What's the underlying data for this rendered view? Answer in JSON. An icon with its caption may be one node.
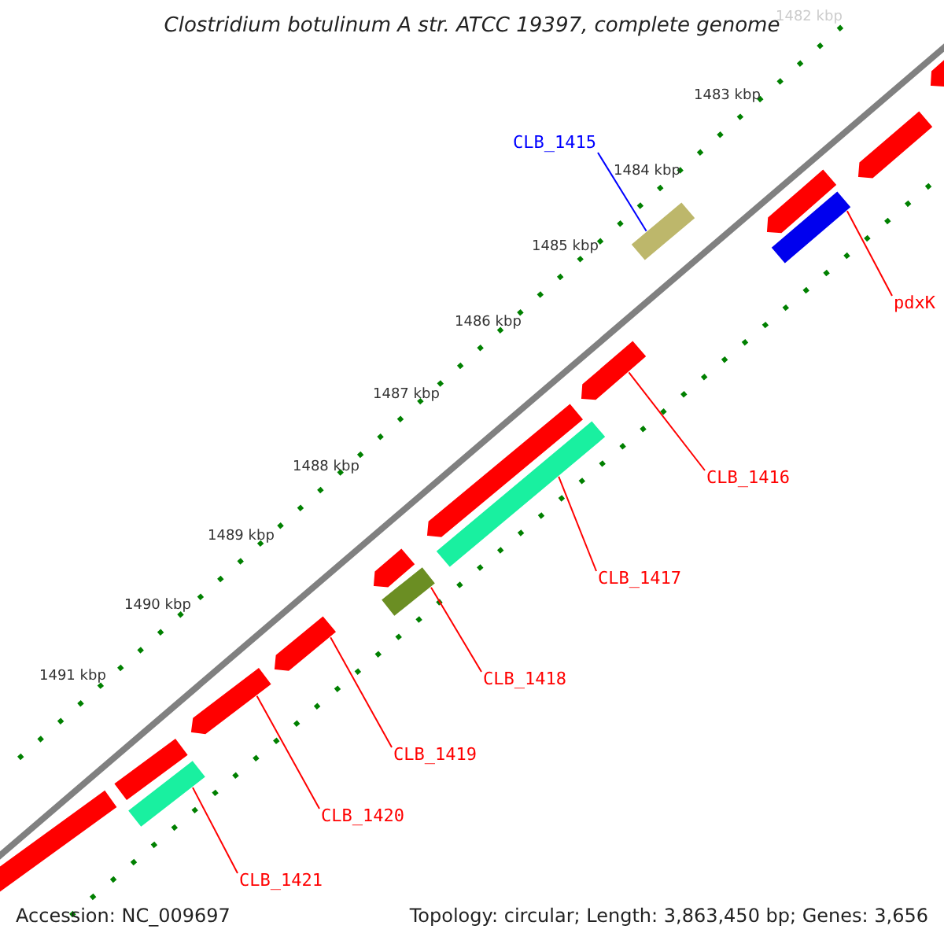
{
  "diagram": {
    "title": "Clostridium botulinum A str. ATCC 19397, complete genome",
    "nodes": [
      {
        "text": [
          "CLB_1415"
        ]
      },
      {
        "text": [],
        "shape": "bar"
      },
      {
        "text": [
          "pdxK"
        ]
      },
      {
        "text": [],
        "shape": "bar"
      },
      {
        "text": [
          "CLB_1416"
        ]
      },
      {
        "text": [],
        "shape": "arrow"
      },
      {
        "text": [
          "CLB_1417"
        ]
      },
      {
        "text": [],
        "shape": "bar"
      },
      {
        "text": [
          "CLB_1418"
        ]
      },
      {
        "text": [],
        "shape": "bar"
      },
      {
        "text": [
          "CLB_1419"
        ]
      },
      {
        "text": [],
        "shape": "arrow"
      },
      {
        "text": [
          "CLB_1420"
        ]
      },
      {
        "text": [],
        "shape": "arrow"
      },
      {
        "text": [
          "CLB_1421"
        ]
      },
      {
        "text": [],
        "shape": "bar"
      },
      {
        "text": [],
        "shape": "arrow"
      },
      {
        "text": [],
        "shape": "arrow"
      },
      {
        "text": [],
        "shape": "arrow"
      },
      {
        "text": [],
        "shape": "arrow"
      },
      {
        "text": [],
        "shape": "arrow"
      },
      {
        "text": [],
        "shape": "bar"
      },
      {
        "text": [],
        "shape": "bar"
      }
    ],
    "edges": [
      {
        "from": 0,
        "to": 1,
        "arrow": "none",
        "color": "#0000ff"
      },
      {
        "from": 2,
        "to": 3,
        "arrow": "none"
      },
      {
        "from": 4,
        "to": 5,
        "arrow": "none"
      },
      {
        "from": 6,
        "to": 7,
        "arrow": "none"
      },
      {
        "from": 8,
        "to": 9,
        "arrow": "none"
      },
      {
        "from": 10,
        "to": 11,
        "arrow": "none"
      },
      {
        "from": 12,
        "to": 13,
        "arrow": "none"
      },
      {
        "from": 14,
        "to": 15,
        "arrow": "none"
      }
    ],
    "labels": [
      "1482 kbp",
      "1483 kbp",
      "1484 kbp",
      "1485 kbp",
      "1486 kbp",
      "1487 kbp",
      "1488 kbp",
      "1489 kbp",
      "1490 kbp",
      "1491 kbp",
      "Accession: NC_009697",
      "Topology: circular; Length: 3,863,450 bp; Genes: 3,656"
    ]
  }
}
